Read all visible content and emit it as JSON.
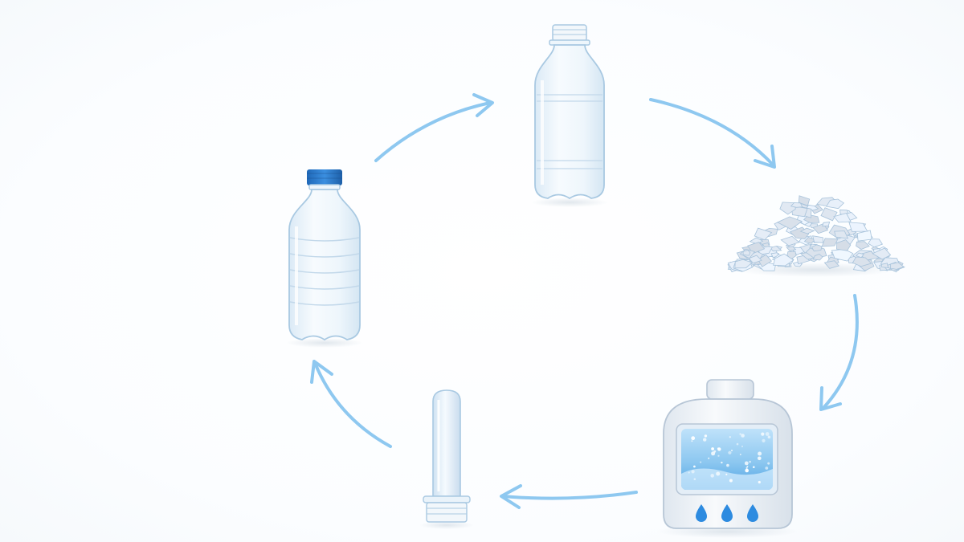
{
  "diagram": {
    "type": "cycle",
    "direction": "clockwise",
    "nodes": [
      {
        "id": "empty-bottle",
        "icon": "clear-plastic-bottle-icon"
      },
      {
        "id": "plastic-flakes",
        "icon": "plastic-flakes-icon"
      },
      {
        "id": "melting-machine",
        "icon": "melting-machine-icon"
      },
      {
        "id": "preform",
        "icon": "bottle-preform-icon"
      },
      {
        "id": "capped-bottle",
        "icon": "capped-water-bottle-icon"
      }
    ],
    "edges": [
      {
        "from": "empty-bottle",
        "to": "plastic-flakes"
      },
      {
        "from": "plastic-flakes",
        "to": "melting-machine"
      },
      {
        "from": "melting-machine",
        "to": "preform"
      },
      {
        "from": "preform",
        "to": "capped-bottle"
      },
      {
        "from": "capped-bottle",
        "to": "empty-bottle"
      }
    ]
  },
  "colors": {
    "arrow": "#8ec8f0",
    "bottle_outline": "#a9c9e2",
    "bottle_fill": "#eef6fc",
    "cap": "#2f7fd0",
    "flake": "#dbe9f6",
    "machine_body": "#eef2f7",
    "machine_outline": "#b7c6d6",
    "machine_window": "#9dd0f3",
    "droplet": "#2d8be0"
  }
}
